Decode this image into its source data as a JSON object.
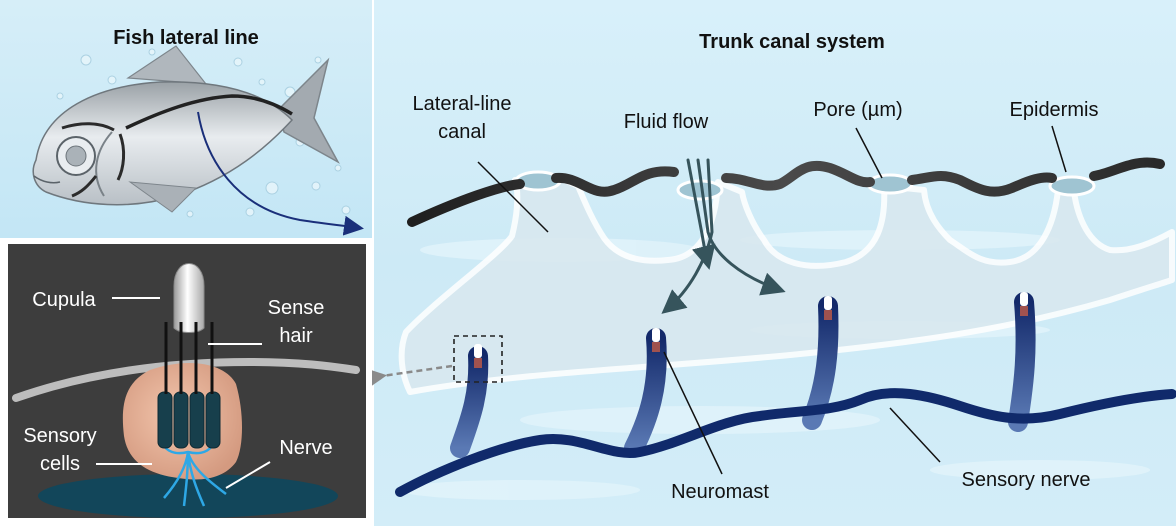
{
  "panels": {
    "fish": {
      "title": "Fish lateral line"
    },
    "trunk": {
      "title": "Trunk canal system",
      "labels": {
        "canal_line1": "Lateral-line",
        "canal_line2": "canal",
        "fluid_flow": "Fluid flow",
        "pore": "Pore (µm)",
        "epidermis": "Epidermis",
        "neuromast": "Neuromast",
        "sensory_nerve": "Sensory nerve"
      }
    },
    "inset": {
      "labels": {
        "cupula": "Cupula",
        "sense_line1": "Sense",
        "sense_line2": "hair",
        "sensory_line1": "Sensory",
        "sensory_line2": "cells",
        "nerve": "Nerve"
      }
    }
  },
  "colors": {
    "nerve_blue": "#102a6b",
    "epidermis_dark": "#2b2b2b",
    "hair_cell_teal": "#173f4c",
    "support_cell_peach": "#e8b398",
    "afferent_cyan": "#2ea8e6",
    "inset_background": "#3d3d3d",
    "water_blue": "#cdeaf6"
  }
}
